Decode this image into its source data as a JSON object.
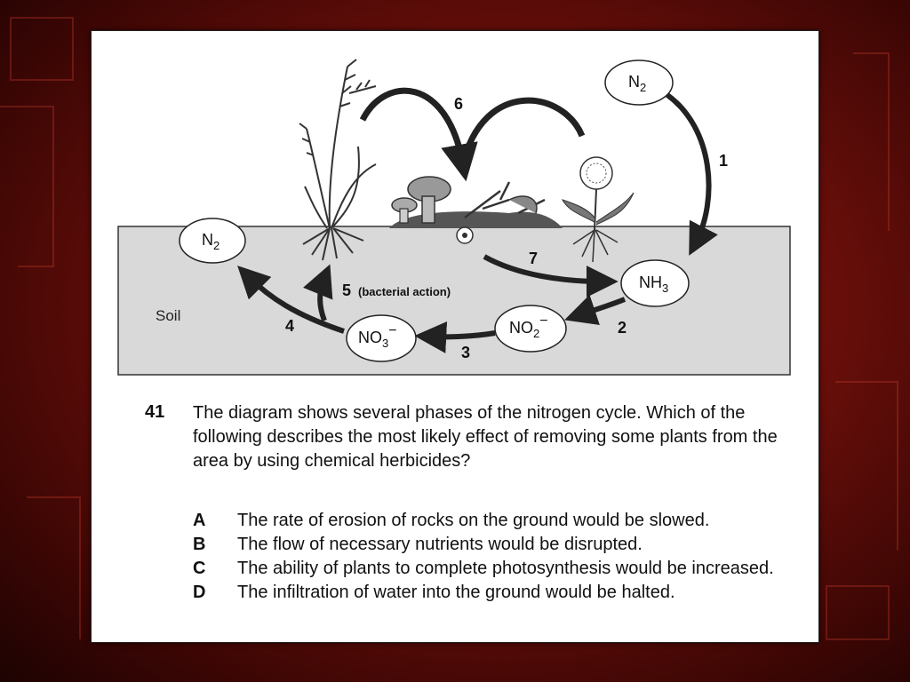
{
  "diagram": {
    "n2_top": "N",
    "n2_top_sub": "2",
    "n2_left": "N",
    "n2_left_sub": "2",
    "nh3": "NH",
    "nh3_sub": "3",
    "no2": "NO",
    "no2_sub": "2",
    "no2_sup": "−",
    "no3": "NO",
    "no3_sub": "3",
    "no3_sup": "−",
    "soil_label": "Soil",
    "step_1": "1",
    "step_2": "2",
    "step_3": "3",
    "step_4": "4",
    "step_5": "5",
    "step_5_note": "(bacterial action)",
    "step_6": "6",
    "step_7": "7"
  },
  "question": {
    "number": "41",
    "text": "The diagram shows several phases of the nitrogen cycle. Which of the following describes the most likely effect of removing some plants from the area by using chemical herbicides?",
    "choices": [
      {
        "letter": "A",
        "text": "The rate of erosion of rocks on the ground would be slowed."
      },
      {
        "letter": "B",
        "text": "The flow of necessary nutrients would be disrupted."
      },
      {
        "letter": "C",
        "text": "The ability of plants to complete photosynthesis would be increased."
      },
      {
        "letter": "D",
        "text": "The infiltration of water into the ground would be halted."
      }
    ]
  }
}
